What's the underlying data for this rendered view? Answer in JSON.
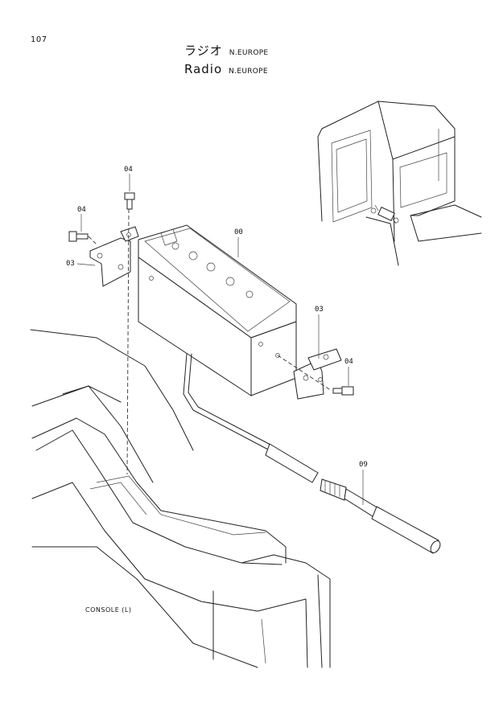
{
  "page_number": "107",
  "title": {
    "japanese": "ラジオ",
    "japanese_region": "N.EUROPE",
    "english": "Radio",
    "english_region": "N.EUROPE"
  },
  "part_numbers": {
    "radio": "00",
    "bracket_left": "03",
    "bracket_right": "03",
    "bolt_top": "04",
    "bolt_left": "04",
    "bolt_right": "04",
    "antenna_cable": "09"
  },
  "console_label": "CONSOLE (L)"
}
